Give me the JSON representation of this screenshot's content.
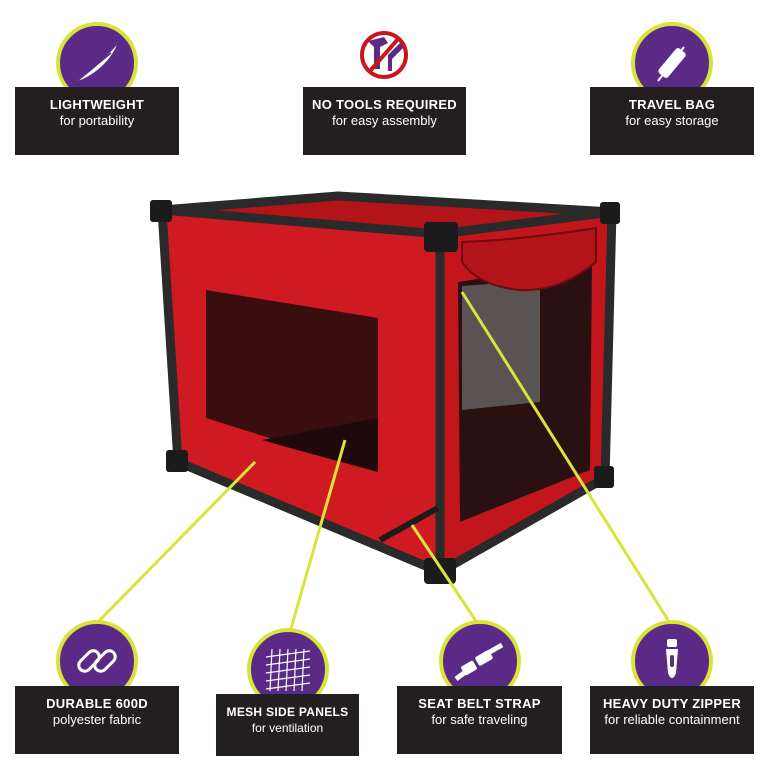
{
  "features_top": [
    {
      "title": "LIGHTWEIGHT",
      "subtitle": "for portability",
      "icon": "feather-icon"
    },
    {
      "title": "NO TOOLS REQUIRED",
      "subtitle": "for easy assembly",
      "icon": "no-tools-icon"
    },
    {
      "title": "TRAVEL BAG",
      "subtitle": "for easy storage",
      "icon": "travel-bag-icon"
    }
  ],
  "features_bottom": [
    {
      "title": "DURABLE 600D",
      "subtitle": "polyester fabric",
      "icon": "chain-link-icon"
    },
    {
      "title": "MESH SIDE PANELS",
      "subtitle": "for ventilation",
      "icon": "mesh-icon"
    },
    {
      "title": "SEAT BELT STRAP",
      "subtitle": "for safe traveling",
      "icon": "seat-belt-icon"
    },
    {
      "title": "HEAVY DUTY ZIPPER",
      "subtitle": "for reliable containment",
      "icon": "zipper-icon"
    }
  ],
  "colors": {
    "badge_fill": "#5b2a86",
    "badge_ring": "#d8e43a",
    "label_bg": "#231f20",
    "crate_red": "#c8161d",
    "frame": "#2a2a2a",
    "callout_line": "#d8e43a"
  }
}
